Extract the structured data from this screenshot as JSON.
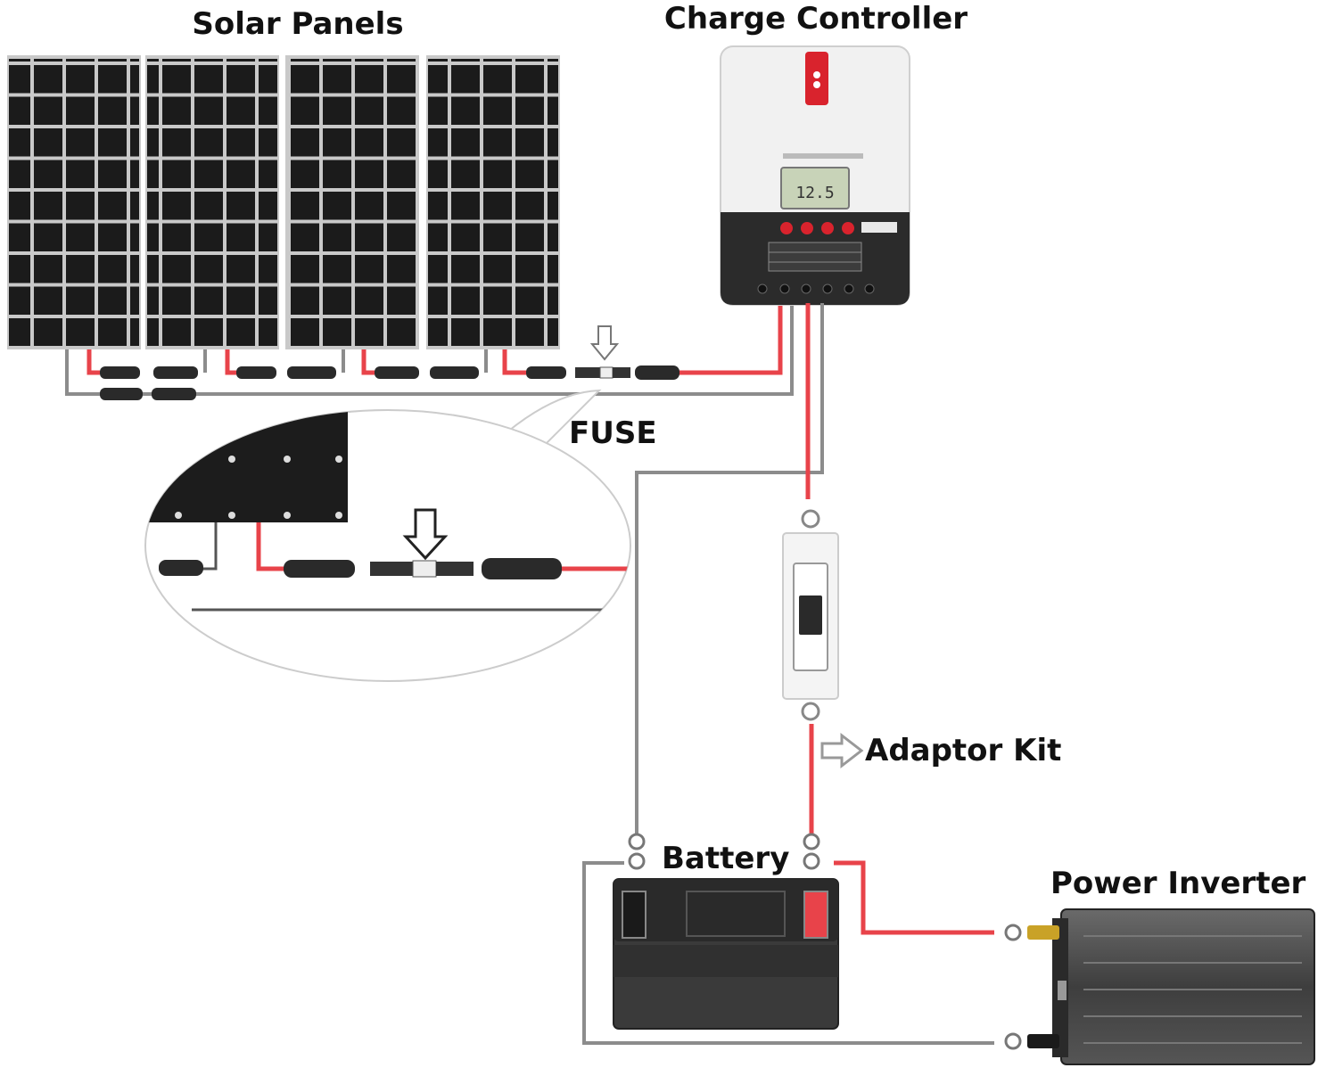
{
  "labels": {
    "solar_panels": "Solar Panels",
    "charge_controller": "Charge Controller",
    "fuse": "FUSE",
    "adaptor_kit": "Adaptor Kit",
    "battery": "Battery",
    "power_inverter": "Power Inverter"
  },
  "controller": {
    "display_value": "12.5"
  },
  "colors": {
    "positive_wire": "#e8434a",
    "negative_wire": "#8c8c8c",
    "panel_cell": "#1b1b1b",
    "panel_frame": "#c9c9c9",
    "controller_red": "#d9232d",
    "inverter_body": "#4a4a4a"
  },
  "icons": [
    "down-arrow-icon",
    "right-arrow-icon"
  ]
}
